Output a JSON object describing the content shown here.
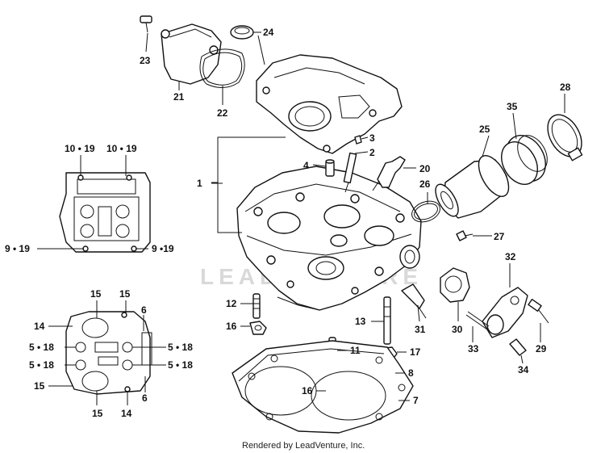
{
  "watermark": "LEADVENTURE",
  "footer": "Rendered by LeadVenture, Inc.",
  "callouts": {
    "c1": "1",
    "c2": "2",
    "c3": "3",
    "c4": "4",
    "c6a": "6",
    "c6b": "6",
    "c7": "7",
    "c8": "8",
    "c9_19a": "9 • 19",
    "c9_19b": "9 •19",
    "c10_19a": "10 • 19",
    "c10_19b": "10 • 19",
    "c11": "11",
    "c12": "12",
    "c13": "13",
    "c14a": "14",
    "c14b": "14",
    "c15a": "15",
    "c15b": "15",
    "c15c": "15",
    "c15d": "15",
    "c16a": "16",
    "c16b": "16",
    "c17": "17",
    "c5_18a": "5 • 18",
    "c5_18b": "5 • 18",
    "c5_18c": "5 • 18",
    "c5_18d": "5 • 18",
    "c20": "20",
    "c21": "21",
    "c22": "22",
    "c23": "23",
    "c24": "24",
    "c25": "25",
    "c26": "26",
    "c27": "27",
    "c28": "28",
    "c29": "29",
    "c30": "30",
    "c31": "31",
    "c32": "32",
    "c33": "33",
    "c34": "34",
    "c35": "35"
  }
}
